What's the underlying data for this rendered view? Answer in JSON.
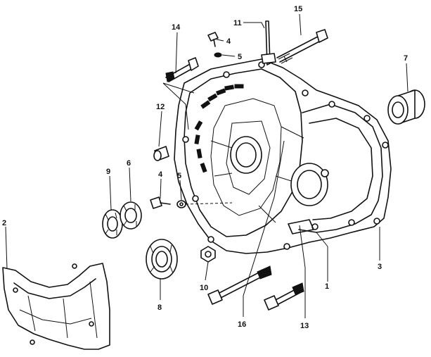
{
  "callouts": [
    {
      "id": "1",
      "label": "1"
    },
    {
      "id": "2",
      "label": "2"
    },
    {
      "id": "3",
      "label": "3"
    },
    {
      "id": "4a",
      "label": "4"
    },
    {
      "id": "4b",
      "label": "4"
    },
    {
      "id": "5a",
      "label": "5"
    },
    {
      "id": "5b",
      "label": "5"
    },
    {
      "id": "6",
      "label": "6"
    },
    {
      "id": "7",
      "label": "7"
    },
    {
      "id": "8",
      "label": "8"
    },
    {
      "id": "9",
      "label": "9"
    },
    {
      "id": "10",
      "label": "10"
    },
    {
      "id": "11",
      "label": "11"
    },
    {
      "id": "12",
      "label": "12"
    },
    {
      "id": "13",
      "label": "13"
    },
    {
      "id": "14",
      "label": "14"
    },
    {
      "id": "15",
      "label": "15"
    },
    {
      "id": "16",
      "label": "16"
    }
  ]
}
